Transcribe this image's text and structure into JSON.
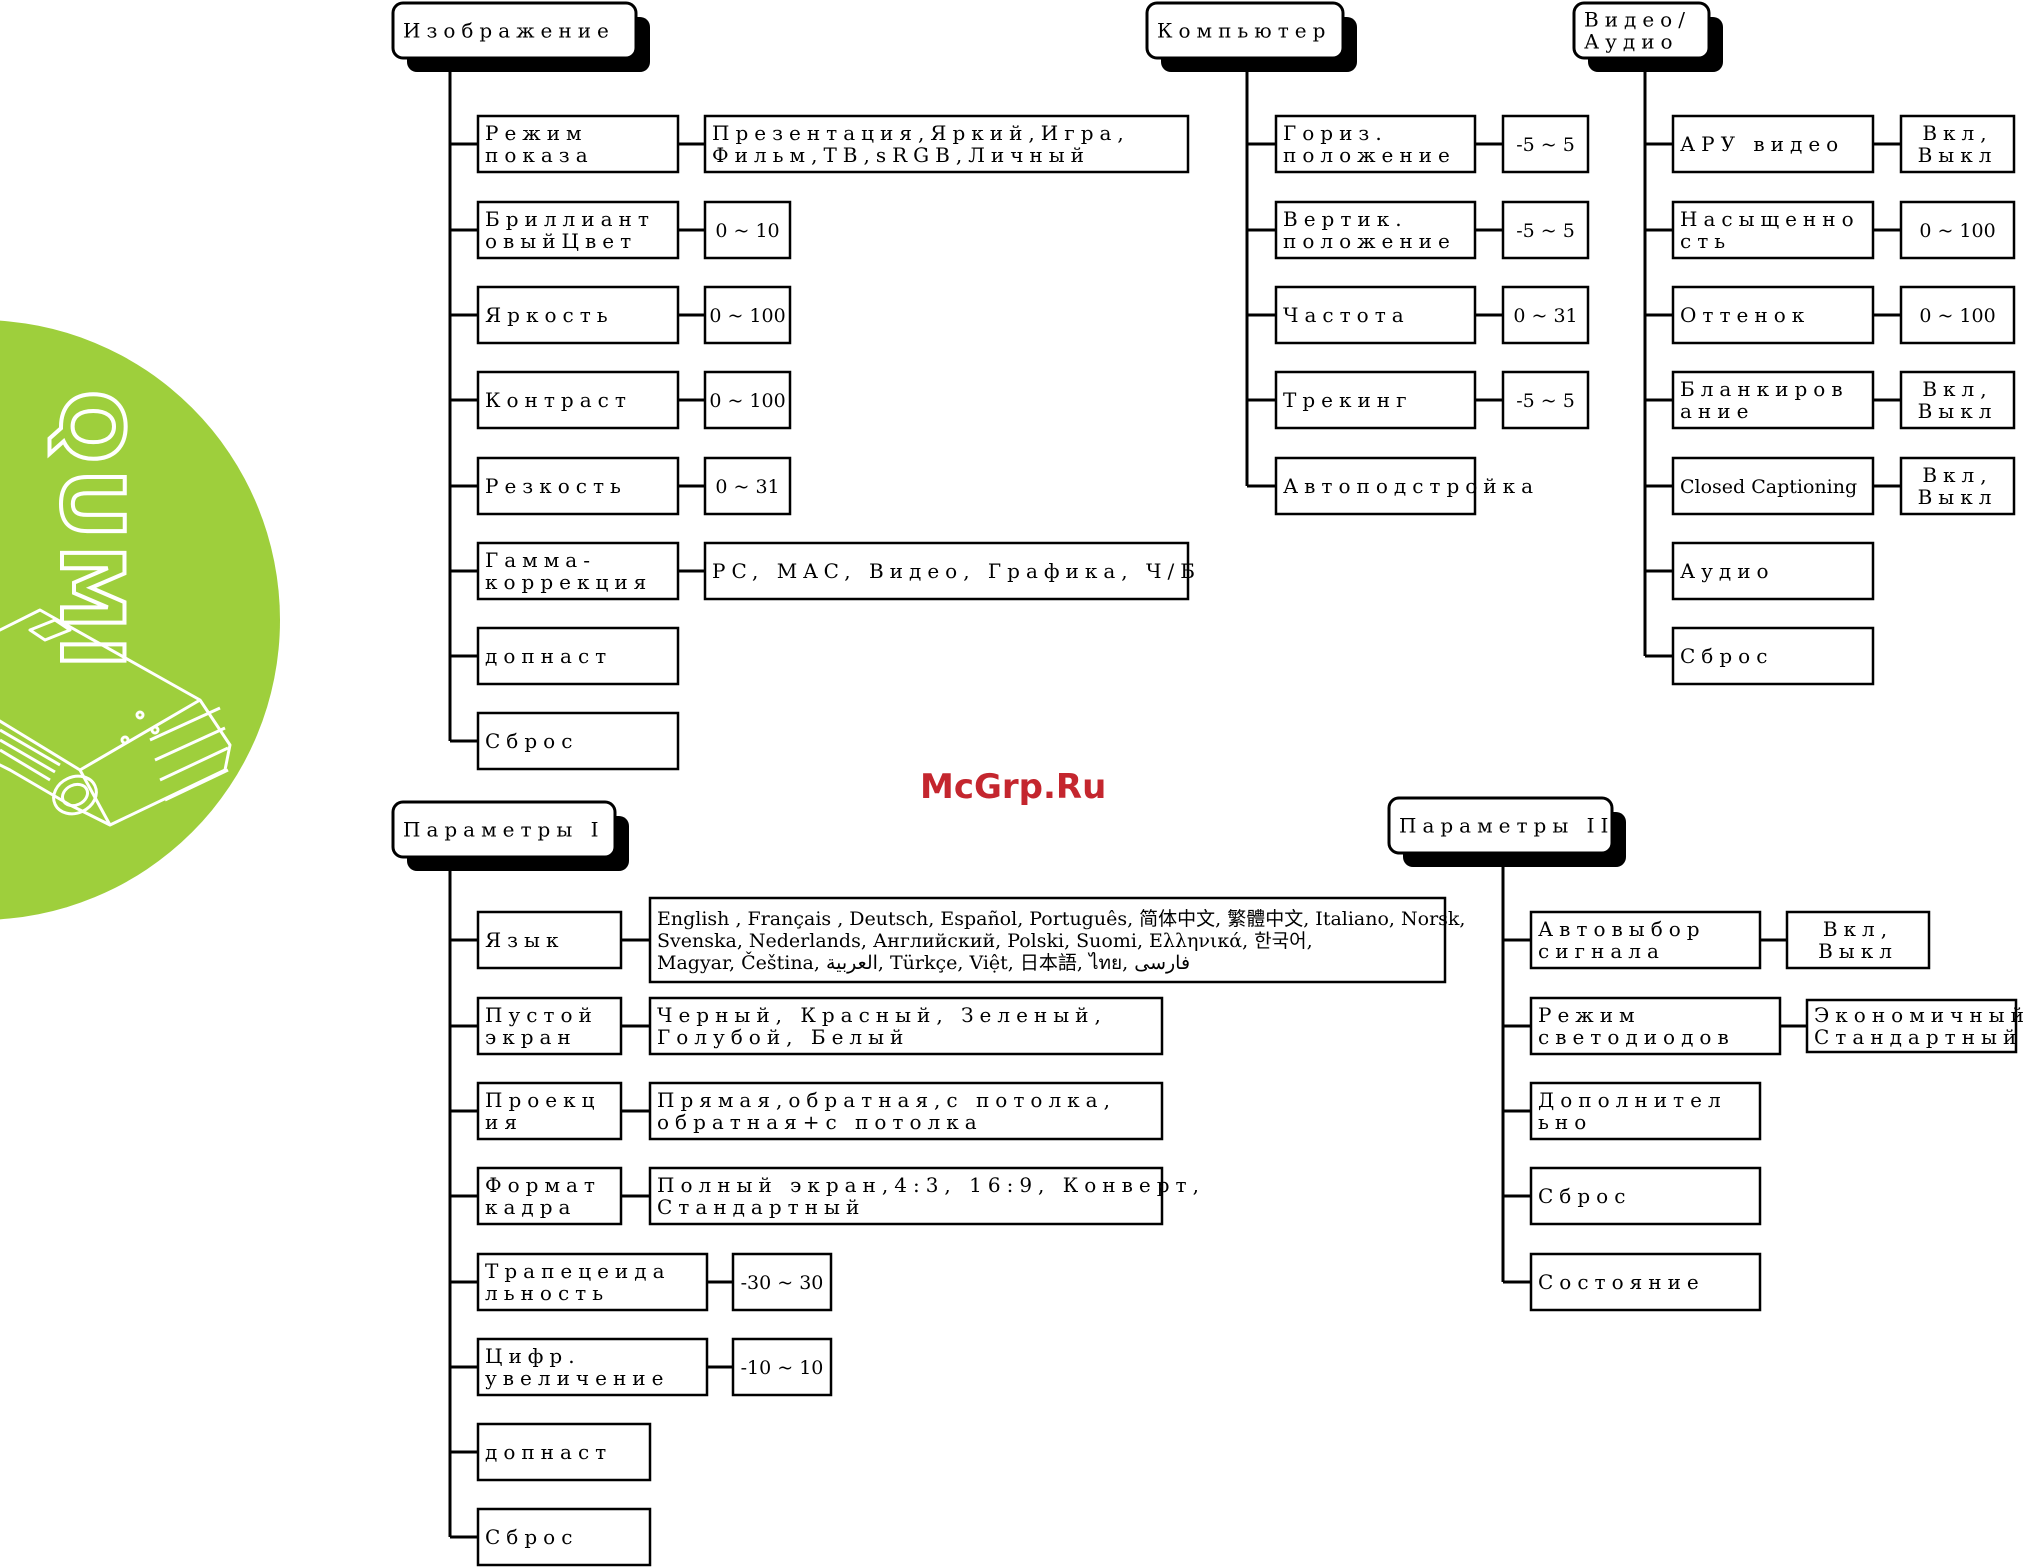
{
  "watermark": "McGrp.Ru",
  "logo": {
    "text": "QUMI",
    "accent": "#9ecf3c"
  },
  "colors": {
    "line": "#000000",
    "shadow": "#000000",
    "brand_red": "#c4262e",
    "circle_green": "#9ecf3c"
  },
  "menus": {
    "image": {
      "title": "Изображение",
      "items": [
        {
          "label": [
            "Режим",
            "показа"
          ],
          "value": [
            "Презентация,Яркий,Игра,",
            "Фильм,ТВ,sRGB,Личный"
          ]
        },
        {
          "label": [
            "Бриллиант",
            "овыйЦвет"
          ],
          "value": [
            "0 ~ 10"
          ]
        },
        {
          "label": [
            "Яркость"
          ],
          "value": [
            "0 ~ 100"
          ]
        },
        {
          "label": [
            "Контраст"
          ],
          "value": [
            "0 ~ 100"
          ]
        },
        {
          "label": [
            "Резкость"
          ],
          "value": [
            "0 ~ 31"
          ]
        },
        {
          "label": [
            "Гамма-",
            "коррекция"
          ],
          "value": [
            "PC, MAC, Видео, Графика, Ч/Б"
          ]
        },
        {
          "label": [
            "допнаст"
          ]
        },
        {
          "label": [
            "Сброс"
          ]
        }
      ]
    },
    "computer": {
      "title": "Компьютер",
      "items": [
        {
          "label": [
            "Гориз.",
            "положение"
          ],
          "value": [
            "-5 ~ 5"
          ]
        },
        {
          "label": [
            "Вертик.",
            "положение"
          ],
          "value": [
            "-5 ~ 5"
          ]
        },
        {
          "label": [
            "Частота"
          ],
          "value": [
            "0 ~ 31"
          ]
        },
        {
          "label": [
            "Трекинг"
          ],
          "value": [
            "-5 ~ 5"
          ]
        },
        {
          "label": [
            "Автоподстройка"
          ]
        }
      ]
    },
    "video_audio": {
      "title": [
        "Видео/",
        "Аудио"
      ],
      "items": [
        {
          "label": [
            "АРУ видео"
          ],
          "value": [
            "Вкл,",
            "Выкл"
          ]
        },
        {
          "label": [
            "Насыщенно",
            "сть"
          ],
          "value": [
            "0 ~ 100"
          ]
        },
        {
          "label": [
            "Оттенок"
          ],
          "value": [
            "0 ~ 100"
          ]
        },
        {
          "label": [
            "Бланкиров",
            "ание"
          ],
          "value": [
            "Вкл,",
            "Выкл"
          ]
        },
        {
          "label": [
            "Closed Captioning"
          ],
          "value": [
            "Вкл,",
            "Выкл"
          ]
        },
        {
          "label": [
            "Аудио"
          ]
        },
        {
          "label": [
            "Сброс"
          ]
        }
      ]
    },
    "params1": {
      "title": "Параметры I",
      "items": [
        {
          "label": [
            "Язык"
          ],
          "value": [
            "English , Français , Deutsch, Español, Português, 简体中文, 繁體中文, Italiano, Norsk,",
            "Svenska, Nederlands, Английский, Polski, Suomi, Ελληνικά, 한국어,",
            "Magyar, Čeština, العربية, Türkçe, Việt, 日本語, ไทย, فارسی"
          ]
        },
        {
          "label": [
            "Пустой",
            "экран"
          ],
          "value": [
            "Черный, Красный, Зеленый,",
            "Голубой, Белый"
          ]
        },
        {
          "label": [
            "Проекц",
            "ия"
          ],
          "value": [
            "Прямая,обратная,с потолка,",
            "обратная+с потолка"
          ]
        },
        {
          "label": [
            "Формат",
            "кадра"
          ],
          "value": [
            "Полный экран,4:3, 16:9, Конверт,",
            "Стандартный"
          ]
        },
        {
          "label": [
            "Трапецеида",
            "льность"
          ],
          "value": [
            "-30 ~ 30"
          ]
        },
        {
          "label": [
            "Цифр.",
            "увеличение"
          ],
          "value": [
            "-10 ~ 10"
          ]
        },
        {
          "label": [
            "допнаст"
          ]
        },
        {
          "label": [
            "Сброс"
          ]
        }
      ]
    },
    "params2": {
      "title": "Параметры II",
      "items": [
        {
          "label": [
            "Автовыбор",
            "сигнала"
          ],
          "value": [
            "Вкл,",
            "Выкл"
          ]
        },
        {
          "label": [
            "Режим",
            "светодиодов"
          ],
          "value": [
            "Экономичный,",
            "Стандартный"
          ]
        },
        {
          "label": [
            "Дополнител",
            "ьно"
          ]
        },
        {
          "label": [
            "Сброс"
          ]
        },
        {
          "label": [
            "Состояние"
          ]
        }
      ]
    }
  }
}
